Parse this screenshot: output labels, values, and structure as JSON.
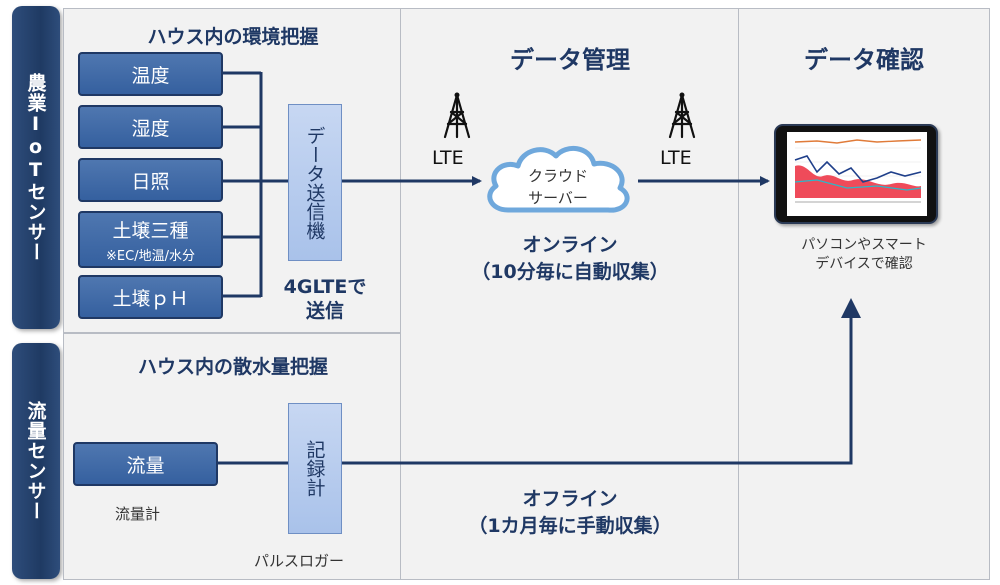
{
  "side_labels": {
    "agri_iot": "農業IoTセンサー",
    "flow": "流量センサー"
  },
  "section_titles": {
    "house_env": "ハウス内の環境把握",
    "house_water": "ハウス内の散水量把握",
    "data_mgmt": "データ管理",
    "data_check": "データ確認"
  },
  "sensors": {
    "temperature": "温度",
    "humidity": "湿度",
    "sunlight": "日照",
    "soil_three": "土壌三種",
    "soil_three_note": "※EC/地温/水分",
    "soil_ph": "土壌ｐＨ",
    "flow": "流量"
  },
  "devices": {
    "transmitter": "データ送信機",
    "recorder": "記録計"
  },
  "labels": {
    "lte_send_line1": "4GLTEで",
    "lte_send_line2": "送信",
    "flowmeter": "流量計",
    "pulse_logger": "パルスロガー",
    "lte_left": "LTE",
    "lte_right": "LTE",
    "cloud_line1": "クラウド",
    "cloud_line2": "サーバー",
    "online_line1": "オンライン",
    "online_line2": "（10分毎に自動収集）",
    "offline_line1": "オフライン",
    "offline_line2": "（1カ月毎に手動収集）",
    "pc_line1": "パソコンやスマート",
    "pc_line2": "デバイスで確認"
  },
  "colors": {
    "navy": "#1f3864",
    "sensor_blue": "#3d68a8",
    "device_light": "#b7cdee",
    "cloud_border": "#6fa8dc"
  },
  "icons": [
    "antenna-tower-icon",
    "cloud-icon",
    "tablet-chart-icon",
    "arrow-icon"
  ]
}
